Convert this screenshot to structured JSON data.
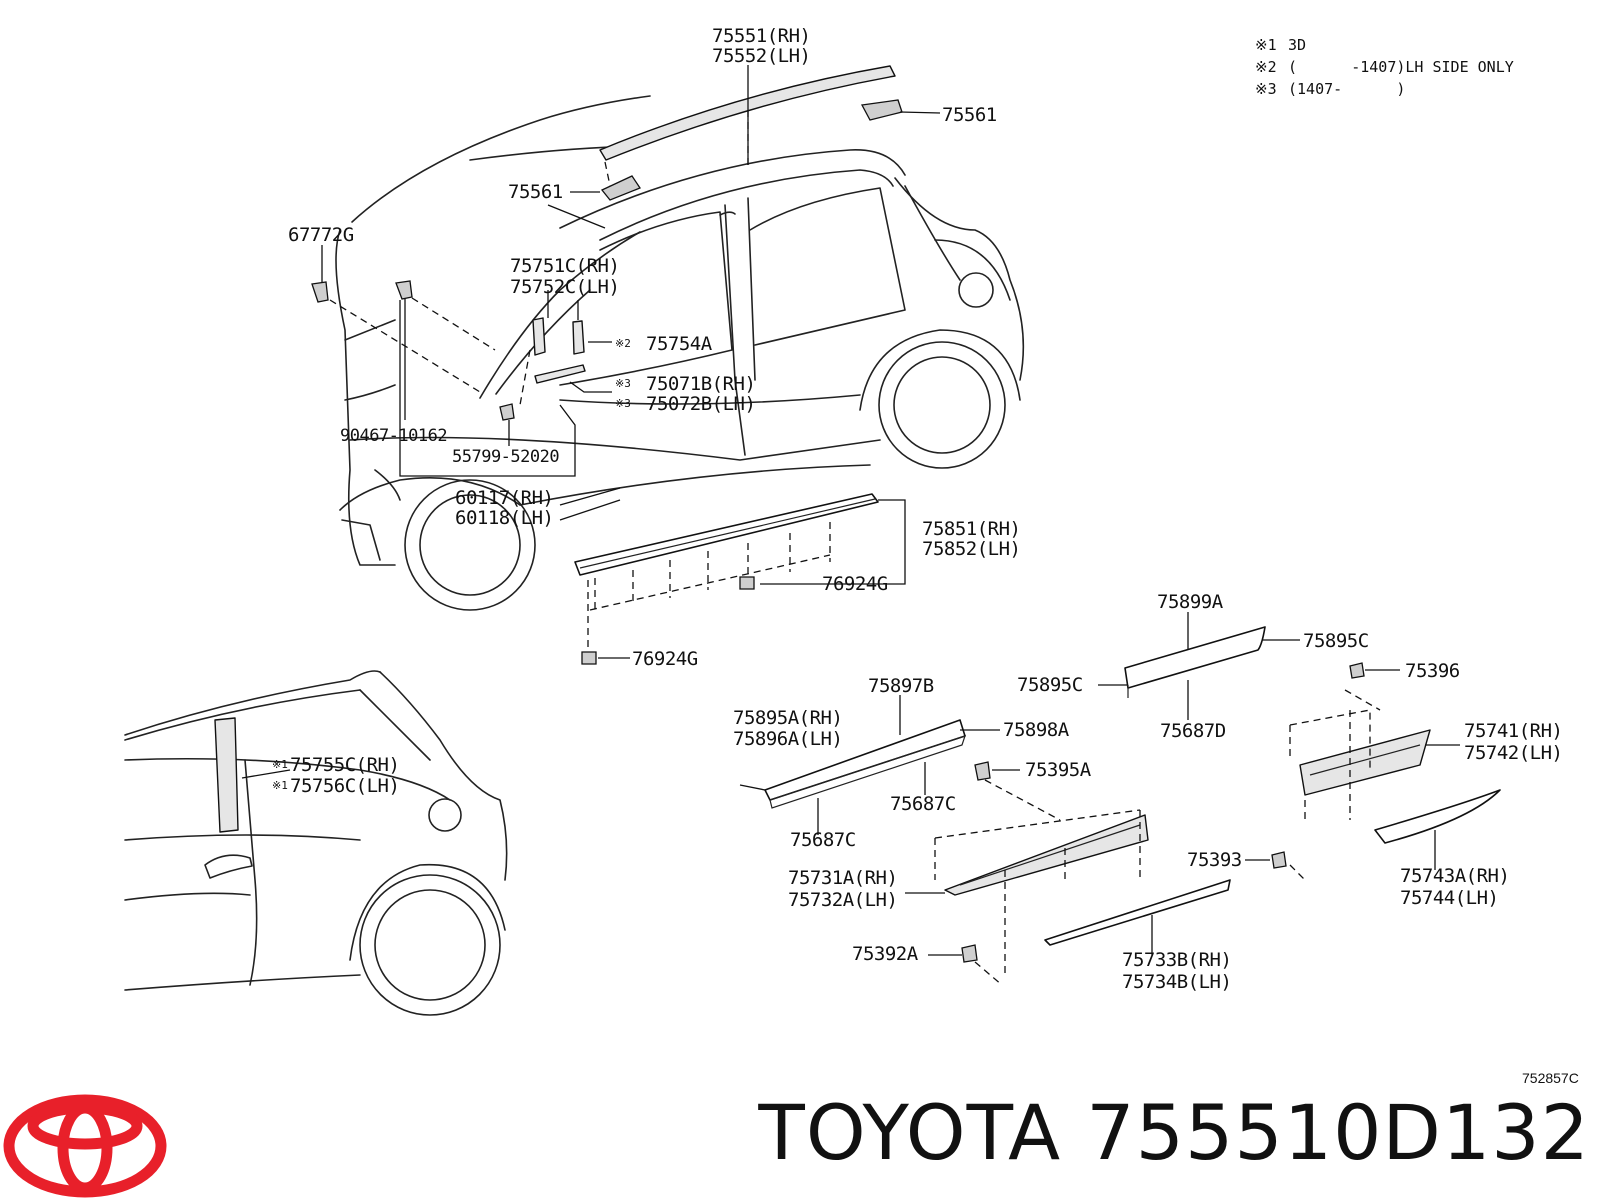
{
  "notes": [
    {
      "mark": "※1",
      "text": "3D"
    },
    {
      "mark": "※2",
      "text": "(      -1407)LH SIDE ONLY"
    },
    {
      "mark": "※3",
      "text": "(1407-      )"
    }
  ],
  "parts": {
    "p75551": "75551(RH)",
    "p75552": "75552(LH)",
    "p75561_right": "75561",
    "p75561_left": "75561",
    "p67772G": "67772G",
    "p75751C": "75751C(RH)",
    "p75752C": "75752C(LH)",
    "p75754A": "75754A",
    "p75071B": "75071B(RH)",
    "p75072B": "75072B(LH)",
    "p90467": "90467-10162",
    "p55799": "55799-52020",
    "p60117": "60117(RH)",
    "p60118": "60118(LH)",
    "p75851": "75851(RH)",
    "p75852": "75852(LH)",
    "p76924G_a": "76924G",
    "p76924G_b": "76924G",
    "p75755C": "75755C(RH)",
    "p75756C": "75756C(LH)",
    "p75899A": "75899A",
    "p75895C_a": "75895C",
    "p75895C_b": "75895C",
    "p75396": "75396",
    "p75687D": "75687D",
    "p75897B": "75897B",
    "p75895A": "75895A(RH)",
    "p75896A": "75896A(LH)",
    "p75898A": "75898A",
    "p75395A": "75395A",
    "p75687C_a": "75687C",
    "p75687C_b": "75687C",
    "p75741": "75741(RH)",
    "p75742": "75742(LH)",
    "p75393": "75393",
    "p75743A": "75743A(RH)",
    "p75744": "75744(LH)",
    "p75731A": "75731A(RH)",
    "p75732A": "75732A(LH)",
    "p75392A": "75392A",
    "p75733B": "75733B(RH)",
    "p75734B": "75734B(LH)"
  },
  "note_marks": {
    "m2": "※2",
    "m3a": "※3",
    "m3b": "※3",
    "m1a": "※1",
    "m1b": "※1"
  },
  "diagram_code": "752857C",
  "footer": {
    "brand": "TOYOTA",
    "part_number": "755510D132"
  },
  "colors": {
    "logo_red": "#e8202a",
    "line": "#111111"
  },
  "icons": {
    "logo": "toyota-logo-icon"
  }
}
